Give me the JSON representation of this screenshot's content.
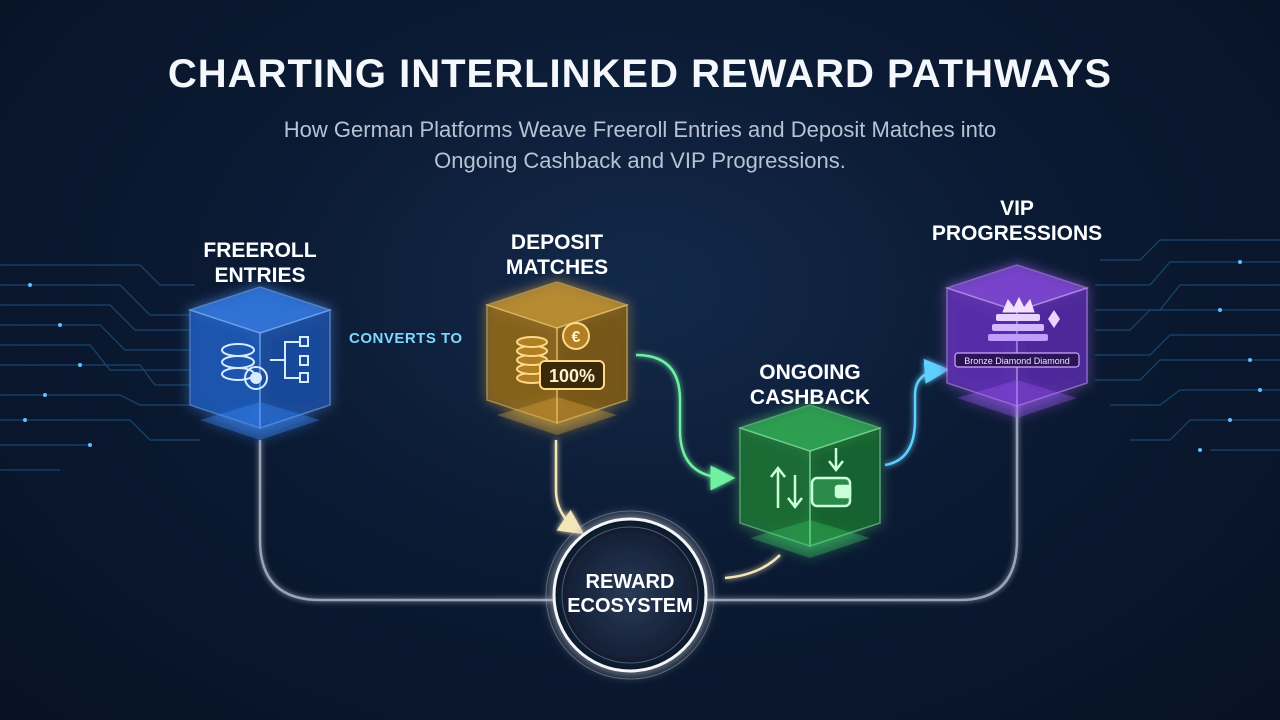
{
  "header": {
    "title": "CHARTING INTERLINKED REWARD PATHWAYS",
    "subtitle": "How German Platforms Weave Freeroll Entries and Deposit Matches into Ongoing Cashback and VIP Progressions."
  },
  "nodes": {
    "freeroll": {
      "label": "FREEROLL\nENTRIES",
      "color": "#3d8bff"
    },
    "deposit": {
      "label": "DEPOSIT\nMATCHES",
      "color": "#f0b640",
      "currency": "€",
      "percent": "100%"
    },
    "cashback": {
      "label": "ONGOING\nCASHBACK",
      "color": "#3fd46a"
    },
    "vip": {
      "label": "VIP\nPROGRESSIONS",
      "color": "#a35cff",
      "tiers": "Bronze Diamond Diamond"
    },
    "ecosystem": {
      "label": "REWARD\nECOSYSTEM",
      "color": "#e8eef6"
    }
  },
  "connectors": {
    "freeroll_to_deposit": "CONVERTS TO"
  },
  "icons": {
    "freeroll": "poker-chips-network-icon",
    "deposit": "coin-stack-euro-icon",
    "cashback": "wallet-transfer-icon",
    "vip": "crown-podium-icon"
  }
}
